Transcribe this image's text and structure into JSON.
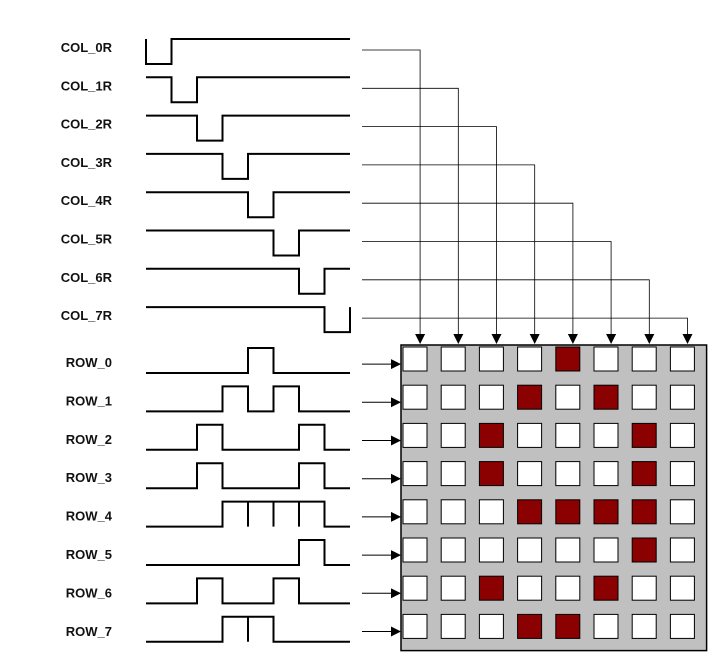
{
  "diagram": {
    "column_signals": [
      {
        "label": "COL_0R",
        "low_slot": 0
      },
      {
        "label": "COL_1R",
        "low_slot": 1
      },
      {
        "label": "COL_2R",
        "low_slot": 2
      },
      {
        "label": "COL_3R",
        "low_slot": 3
      },
      {
        "label": "COL_4R",
        "low_slot": 4
      },
      {
        "label": "COL_5R",
        "low_slot": 5
      },
      {
        "label": "COL_6R",
        "low_slot": 6
      },
      {
        "label": "COL_7R",
        "low_slot": 7
      }
    ],
    "row_signals": [
      {
        "label": "ROW_0",
        "high_slots": [
          4
        ]
      },
      {
        "label": "ROW_1",
        "high_slots": [
          3,
          5
        ]
      },
      {
        "label": "ROW_2",
        "high_slots": [
          2,
          6
        ]
      },
      {
        "label": "ROW_3",
        "high_slots": [
          2,
          6
        ]
      },
      {
        "label": "ROW_4",
        "high_slots": [
          3,
          4,
          5,
          6
        ]
      },
      {
        "label": "ROW_5",
        "high_slots": [
          6
        ]
      },
      {
        "label": "ROW_6",
        "high_slots": [
          2,
          5
        ]
      },
      {
        "label": "ROW_7",
        "high_slots": [
          3,
          4
        ]
      }
    ],
    "matrix": {
      "lit": [
        [
          0,
          0,
          0,
          0,
          1,
          0,
          0,
          0
        ],
        [
          0,
          0,
          0,
          1,
          0,
          1,
          0,
          0
        ],
        [
          0,
          0,
          1,
          0,
          0,
          0,
          1,
          0
        ],
        [
          0,
          0,
          1,
          0,
          0,
          0,
          1,
          0
        ],
        [
          0,
          0,
          0,
          1,
          1,
          1,
          1,
          0
        ],
        [
          0,
          0,
          0,
          0,
          0,
          0,
          1,
          0
        ],
        [
          0,
          0,
          1,
          0,
          0,
          1,
          0,
          0
        ],
        [
          0,
          0,
          0,
          1,
          1,
          0,
          0,
          0
        ]
      ],
      "colors": {
        "lit": "#8b0000",
        "unlit": "#ffffff",
        "background": "#c0c0c0",
        "stroke": "#000000"
      }
    }
  }
}
